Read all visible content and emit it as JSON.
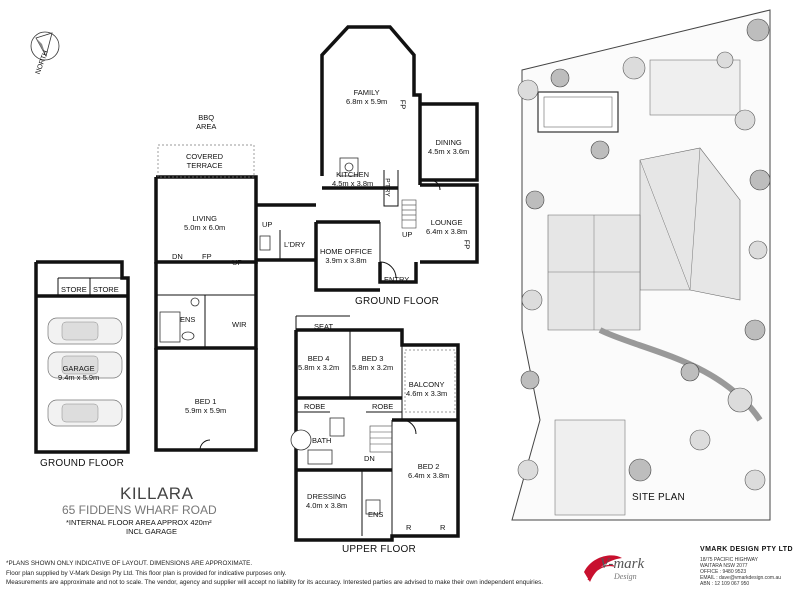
{
  "property": {
    "suburb": "KILLARA",
    "address": "65 FIDDENS WHARF ROAD",
    "area_note": "*INTERNAL FLOOR AREA APPROX 420m²",
    "garage_note": "INCL GARAGE"
  },
  "compass": {
    "label": "NORTH"
  },
  "sections": {
    "ground_floor_main": "GROUND FLOOR",
    "ground_floor_garage": "GROUND FLOOR",
    "upper_floor": "UPPER FLOOR",
    "site_plan": "SITE PLAN"
  },
  "rooms": {
    "bbq_line1": "BBQ",
    "bbq_line2": "AREA",
    "covered_line1": "COVERED",
    "covered_line2": "TERRACE",
    "family_name": "FAMILY",
    "family_dim": "6.8m x 5.9m",
    "fp_family": "FP",
    "dining_name": "DINING",
    "dining_dim": "4.5m x 3.6m",
    "kitchen_name": "KITCHEN",
    "kitchen_dim": "4.5m x 3.8m",
    "pantry": "P'TRY",
    "living_name": "LIVING",
    "living_dim": "5.0m x 6.0m",
    "lounge_name": "LOUNGE",
    "lounge_dim": "6.4m x 3.8m",
    "fp_lounge": "FP",
    "laundry": "L'DRY",
    "home_office_name": "HOME OFFICE",
    "home_office_dim": "3.9m x 3.8m",
    "entry": "ENTRY",
    "dn_ground": "DN",
    "fp_living": "FP",
    "up_ground1": "UP",
    "up_ground2": "UP",
    "up_ground3": "UP",
    "ens_ground": "ENS",
    "wir": "WIR",
    "bed1_name": "BED 1",
    "bed1_dim": "5.9m x 5.9m",
    "store1": "STORE",
    "store2": "STORE",
    "garage_name": "GARAGE",
    "garage_dim": "9.4m x 5.9m",
    "seat": "SEAT",
    "bed4_name": "BED 4",
    "bed4_dim": "5.8m x 3.2m",
    "bed3_name": "BED 3",
    "bed3_dim": "5.8m x 3.2m",
    "balcony_name": "BALCONY",
    "balcony_dim": "4.6m x 3.3m",
    "robe1": "ROBE",
    "robe2": "ROBE",
    "bath": "BATH",
    "dn_upper": "DN",
    "bed2_name": "BED 2",
    "bed2_dim": "6.4m x 3.8m",
    "dressing_name": "DRESSING",
    "dressing_dim": "4.0m x 3.8m",
    "ens_upper": "ENS",
    "r1": "R",
    "r2": "R"
  },
  "disclaimer": {
    "line1": "*PLANS SHOWN ONLY INDICATIVE OF LAYOUT. DIMENSIONS ARE APPROXIMATE.",
    "line2": "Floor plan supplied by V-Mark Design Pty Ltd. This floor plan is provided for indicative purposes only.",
    "line3": "Measurements are approximate and not to scale. The vendor, agency and supplier will accept no liability for its accuracy. Interested parties are advised to make their own independent enquiries."
  },
  "branding": {
    "logo_text": "V-mark",
    "logo_sub": "Design",
    "company_name": "VMARK DESIGN PTY LTD",
    "address1": "18/75 PACIFIC HIGHWAY",
    "address2": "WAITARA  NSW 2077",
    "phone": "OFFICE : 9480 9523",
    "email": "EMAIL : dave@vmarkdesign.com.au",
    "abn": "ABN : 12 109 067 950",
    "brand_color": "#c8102e"
  }
}
